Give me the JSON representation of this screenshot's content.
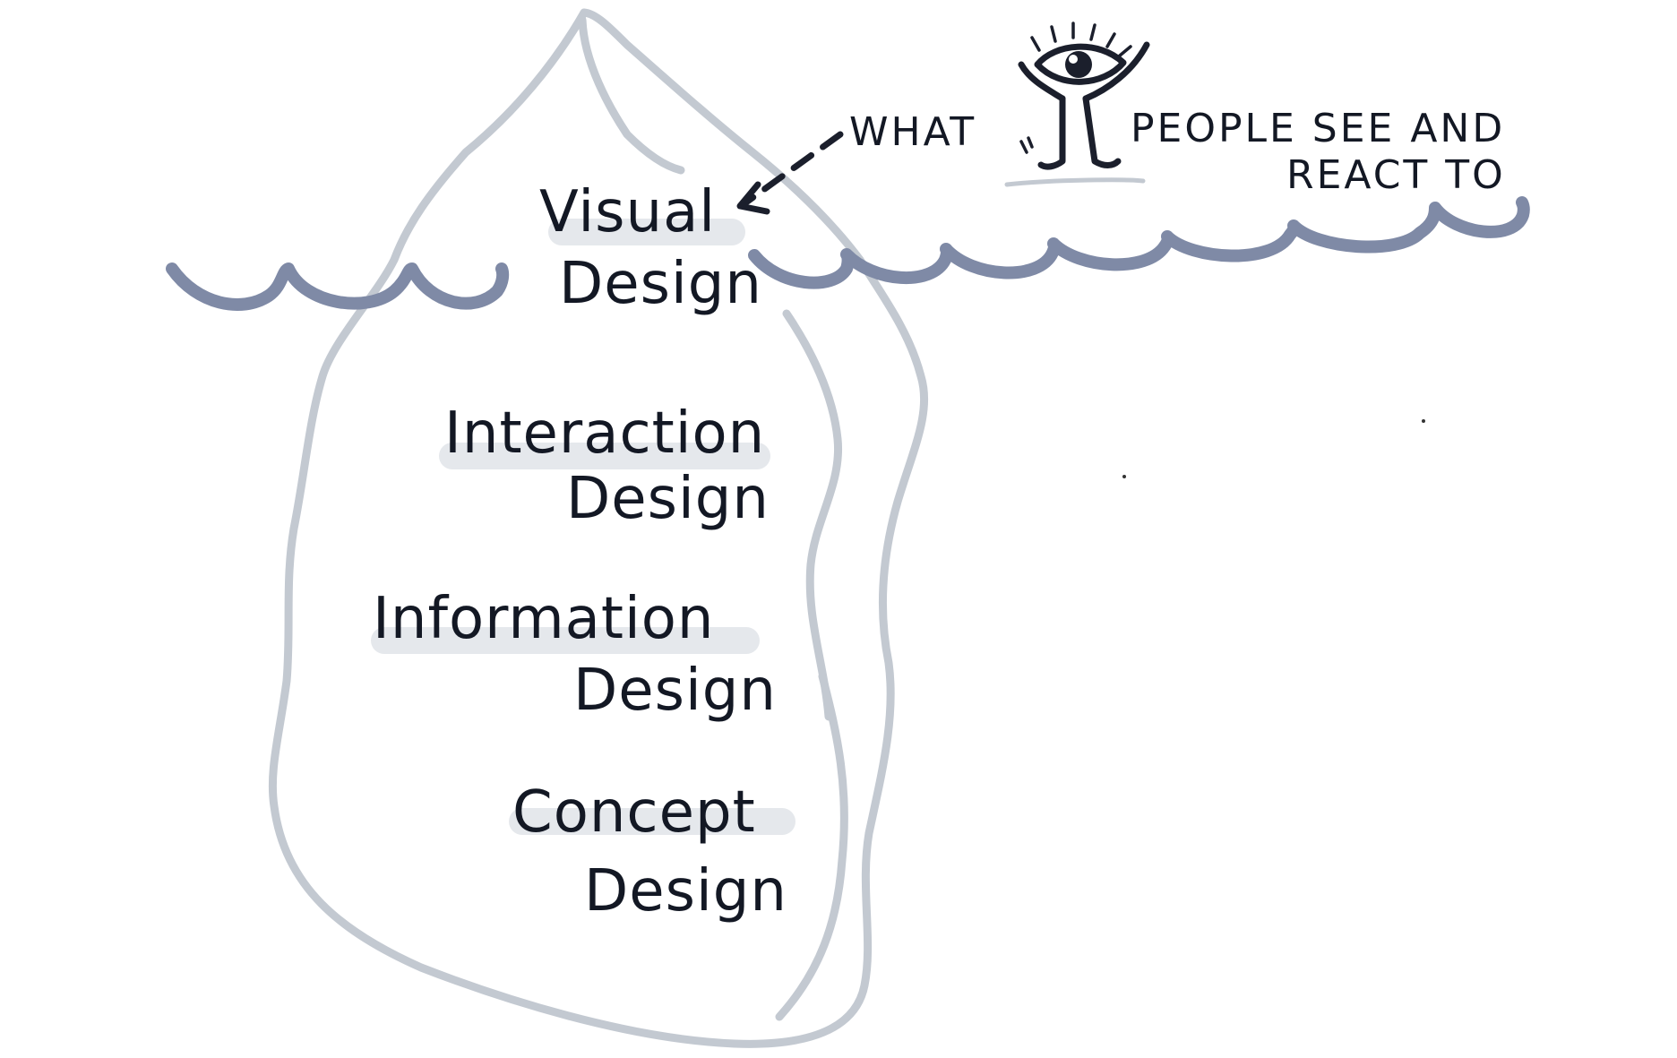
{
  "annotation": {
    "what": "WHAT",
    "line1": "PEOPLE SEE AND",
    "line2": "REACT TO"
  },
  "layers": [
    {
      "name": "visual",
      "line1": "Visual",
      "line2": "Design"
    },
    {
      "name": "interaction",
      "line1": "Interaction",
      "line2": "Design"
    },
    {
      "name": "information",
      "line1": "Information",
      "line2": "Design"
    },
    {
      "name": "concept",
      "line1": "Concept",
      "line2": "Design"
    }
  ],
  "icons": {
    "figure": "eye-figure-icon",
    "arrow": "dashed-arrow-icon"
  },
  "colors": {
    "iceberg": "#c3c9d1",
    "water": "#7f8aa6",
    "highlight": "#e5e8ec",
    "ink": "#131824"
  }
}
